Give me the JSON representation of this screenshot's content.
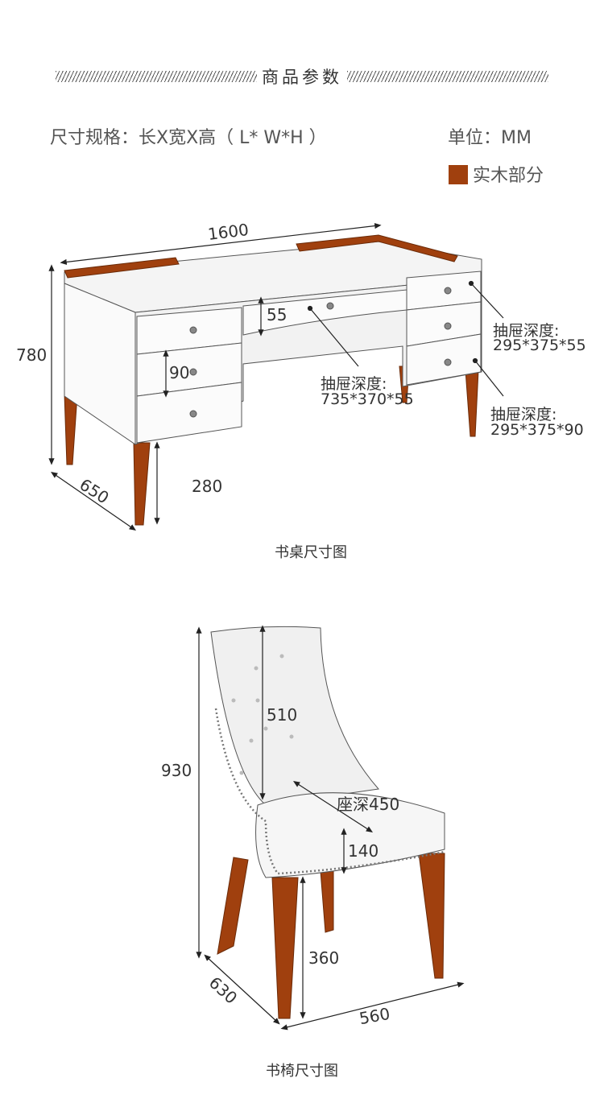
{
  "header": {
    "title": "商品参数"
  },
  "specs": {
    "size_label": "尺寸规格：长X宽X高（ L* W*H ）",
    "unit_label": "单位：MM",
    "legend_label": "实木部分",
    "legend_color": "#A0400E"
  },
  "desk": {
    "length": "1600",
    "height": "780",
    "depth": "650",
    "leg_height": "280",
    "center_drawer_height": "55",
    "side_drawer_height": "90",
    "right_top_drawer_label": "抽屉深度:",
    "right_top_drawer_value": "295*375*55",
    "center_drawer_label": "抽屉深度:",
    "center_drawer_value": "735*370*55",
    "right_bottom_drawer_label": "抽屉深度:",
    "right_bottom_drawer_value": "295*375*90",
    "caption": "书桌尺寸图"
  },
  "chair": {
    "height": "930",
    "back_height": "510",
    "seat_depth_label": "座深450",
    "seat_thickness": "140",
    "seat_height": "360",
    "depth": "630",
    "width": "560",
    "caption": "书椅尺寸图"
  }
}
